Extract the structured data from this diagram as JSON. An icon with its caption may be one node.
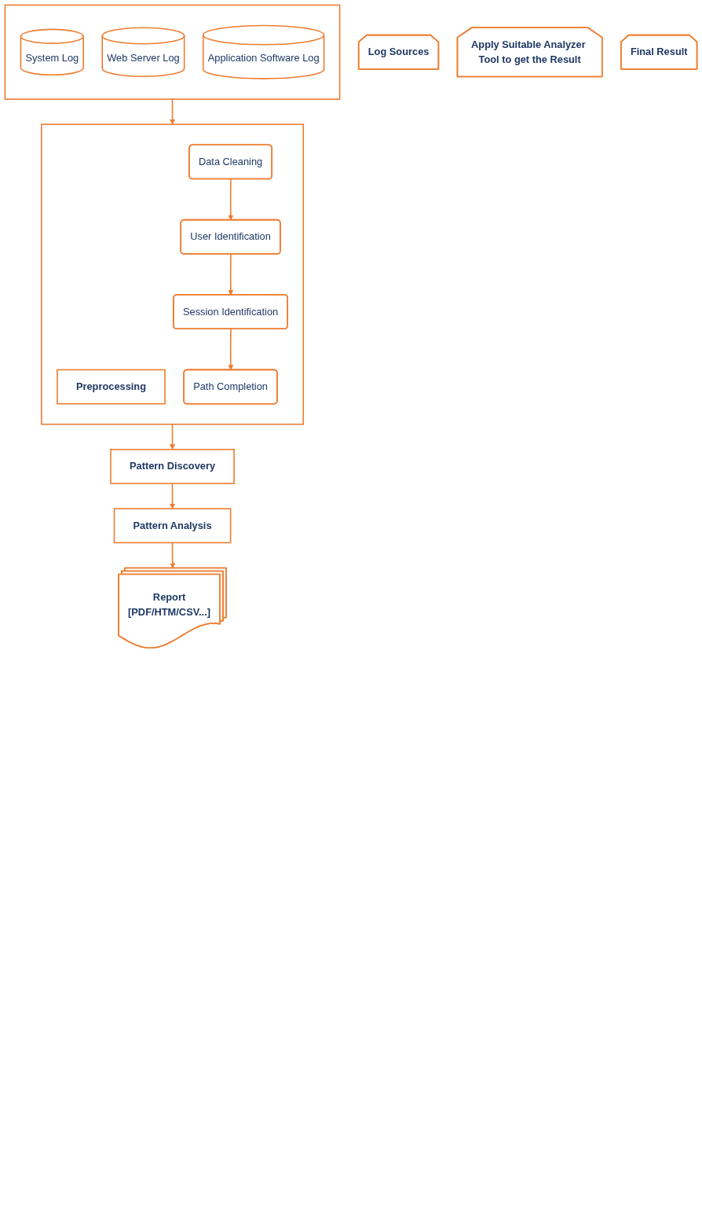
{
  "diagram": {
    "nodes": [
      {
        "text": [],
        "shape": "box"
      },
      {
        "text": [
          "System Log"
        ],
        "in": 0
      },
      {
        "text": [
          "Web Server Log"
        ],
        "in": 0
      },
      {
        "text": [
          "Application Software Log"
        ],
        "in": 0
      },
      {
        "text": [],
        "shape": "box"
      },
      {
        "text": [
          "Preprocessing"
        ],
        "in": 4
      },
      {
        "text": [
          "Data Cleaning"
        ],
        "in": 4
      },
      {
        "text": [
          "User Identification"
        ],
        "in": 4
      },
      {
        "text": [
          "Session Identification"
        ],
        "in": 4
      },
      {
        "text": [
          "Path Completion"
        ],
        "in": 4
      },
      {
        "text": [
          "Pattern Discovery"
        ]
      },
      {
        "text": [
          "Pattern Analysis"
        ]
      },
      {
        "text": [
          "Report",
          "[PDF/HTM/CSV...]"
        ]
      },
      {
        "text": [
          "Log Sources"
        ]
      },
      {
        "text": [
          "Apply Suitable Analyzer Tool to get the Result"
        ]
      },
      {
        "text": [
          "Final Result"
        ]
      }
    ],
    "edges": [
      {
        "from": 0,
        "to": 4,
        "arrow": "to"
      },
      {
        "from": 6,
        "to": 7,
        "arrow": "to"
      },
      {
        "from": 7,
        "to": 8,
        "arrow": "to"
      },
      {
        "from": 8,
        "to": 9,
        "arrow": "to"
      },
      {
        "from": 4,
        "to": 10,
        "arrow": "to"
      },
      {
        "from": 10,
        "to": 11,
        "arrow": "to"
      },
      {
        "from": 11,
        "to": 12,
        "arrow": "to"
      }
    ]
  }
}
